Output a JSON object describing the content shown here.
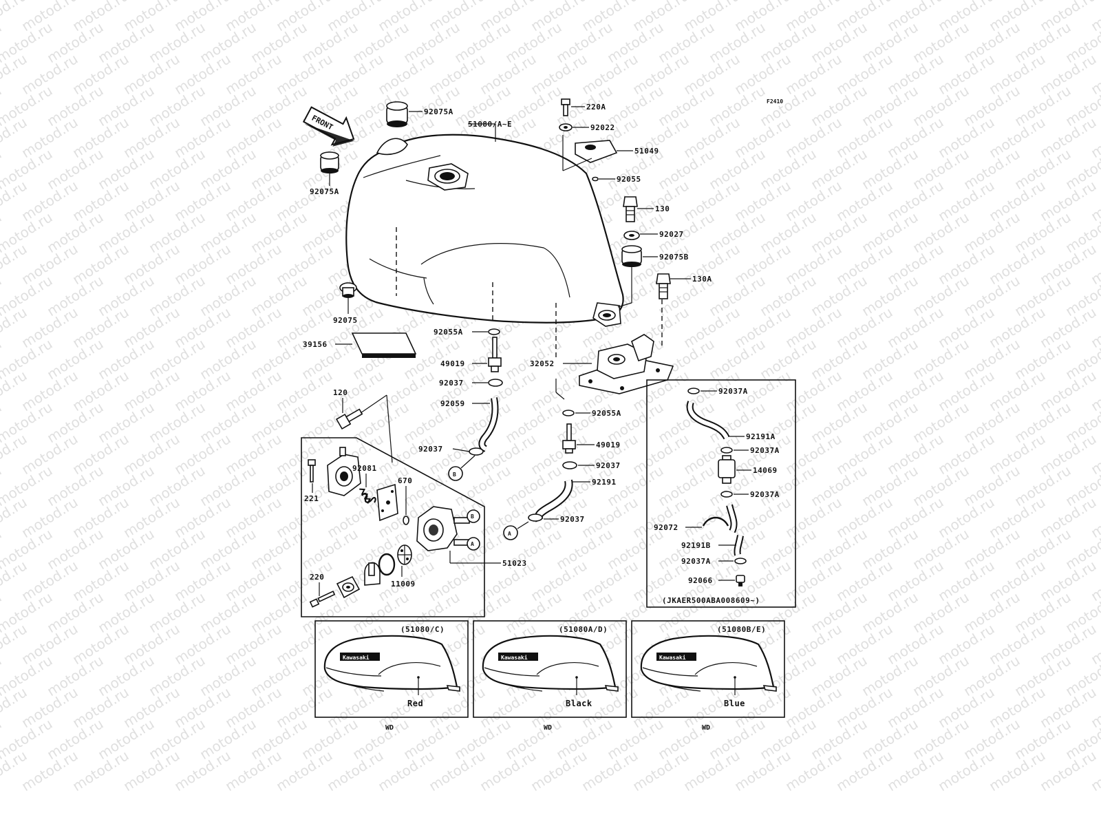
{
  "figure_code": "F2410",
  "front_arrow": "FRONT",
  "watermark": "motod.ru",
  "parts": [
    {
      "key": "p92075A_top",
      "text": "92075A"
    },
    {
      "key": "p51080",
      "text": "51080/A~E"
    },
    {
      "key": "p220A",
      "text": "220A"
    },
    {
      "key": "p92022",
      "text": "92022"
    },
    {
      "key": "p51049",
      "text": "51049"
    },
    {
      "key": "p92055",
      "text": "92055"
    },
    {
      "key": "p92075A_left",
      "text": "92075A"
    },
    {
      "key": "p130",
      "text": "130"
    },
    {
      "key": "p92027",
      "text": "92027"
    },
    {
      "key": "p92075B",
      "text": "92075B"
    },
    {
      "key": "p130A",
      "text": "130A"
    },
    {
      "key": "p92075",
      "text": "92075"
    },
    {
      "key": "p39156",
      "text": "39156"
    },
    {
      "key": "p92055A_a",
      "text": "92055A"
    },
    {
      "key": "p49019_a",
      "text": "49019"
    },
    {
      "key": "p92037_a",
      "text": "92037"
    },
    {
      "key": "p92059",
      "text": "92059"
    },
    {
      "key": "p32052",
      "text": "32052"
    },
    {
      "key": "p120",
      "text": "120"
    },
    {
      "key": "p92037_b",
      "text": "92037"
    },
    {
      "key": "p92055A_b",
      "text": "92055A"
    },
    {
      "key": "p49019_b",
      "text": "49019"
    },
    {
      "key": "p92037_c",
      "text": "92037"
    },
    {
      "key": "p92191",
      "text": "92191"
    },
    {
      "key": "p92037_d",
      "text": "92037"
    },
    {
      "key": "p92081",
      "text": "92081"
    },
    {
      "key": "p670",
      "text": "670"
    },
    {
      "key": "p221",
      "text": "221"
    },
    {
      "key": "p51023",
      "text": "51023"
    },
    {
      "key": "p220",
      "text": "220"
    },
    {
      "key": "p11009",
      "text": "11009"
    },
    {
      "key": "p92037A_1",
      "text": "92037A"
    },
    {
      "key": "p92191A",
      "text": "92191A"
    },
    {
      "key": "p92037A_2",
      "text": "92037A"
    },
    {
      "key": "p14069",
      "text": "14069"
    },
    {
      "key": "p92037A_3",
      "text": "92037A"
    },
    {
      "key": "p92072",
      "text": "92072"
    },
    {
      "key": "p92191B",
      "text": "92191B"
    },
    {
      "key": "p92037A_4",
      "text": "92037A"
    },
    {
      "key": "p92066",
      "text": "92066"
    }
  ],
  "callouts": {
    "A": "A",
    "B": "B"
  },
  "inset_note": "(JKAER500ABA008609~)",
  "variants": [
    {
      "code": "(51080/C)",
      "color": "Red",
      "tag": "WD"
    },
    {
      "code": "(51080A/D)",
      "color": "Black",
      "tag": "WD"
    },
    {
      "code": "(51080B/E)",
      "color": "Blue",
      "tag": "WD"
    }
  ],
  "brand": "Kawasaki"
}
